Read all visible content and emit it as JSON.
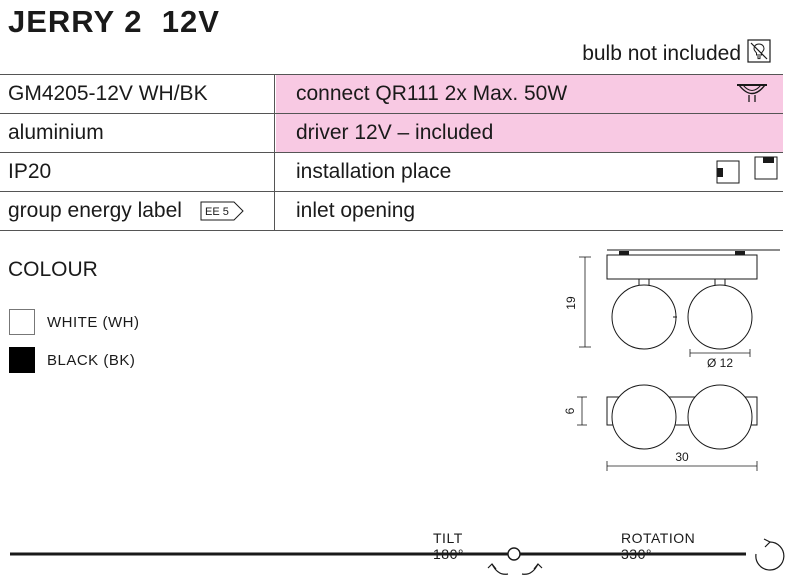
{
  "title": "JERRY 2  12V",
  "bulb_note": "bulb not included",
  "specs": {
    "rows": [
      {
        "left": "GM4205-12V WH/BK",
        "right": "connect QR111 2x Max. 50W"
      },
      {
        "left": "aluminium",
        "right": "driver 12V – included"
      },
      {
        "left": "IP20",
        "right": "installation place"
      },
      {
        "left": "group energy label",
        "right": "inlet opening"
      }
    ],
    "energy_label": "EE 5"
  },
  "colour": {
    "title": "COLOUR",
    "options": [
      {
        "label": "WHITE (WH)",
        "color": "#ffffff"
      },
      {
        "label": "BLACK (BK)",
        "color": "#000000"
      }
    ]
  },
  "dimensions": {
    "height": "19",
    "diameter": "Ø 12",
    "depth": "6",
    "width": "30"
  },
  "motion": {
    "tilt": "TILT 180°",
    "rotation": "ROTATION 330°"
  },
  "colors": {
    "pink_highlight": "#f8c9e3",
    "line": "#1a1a1a"
  }
}
